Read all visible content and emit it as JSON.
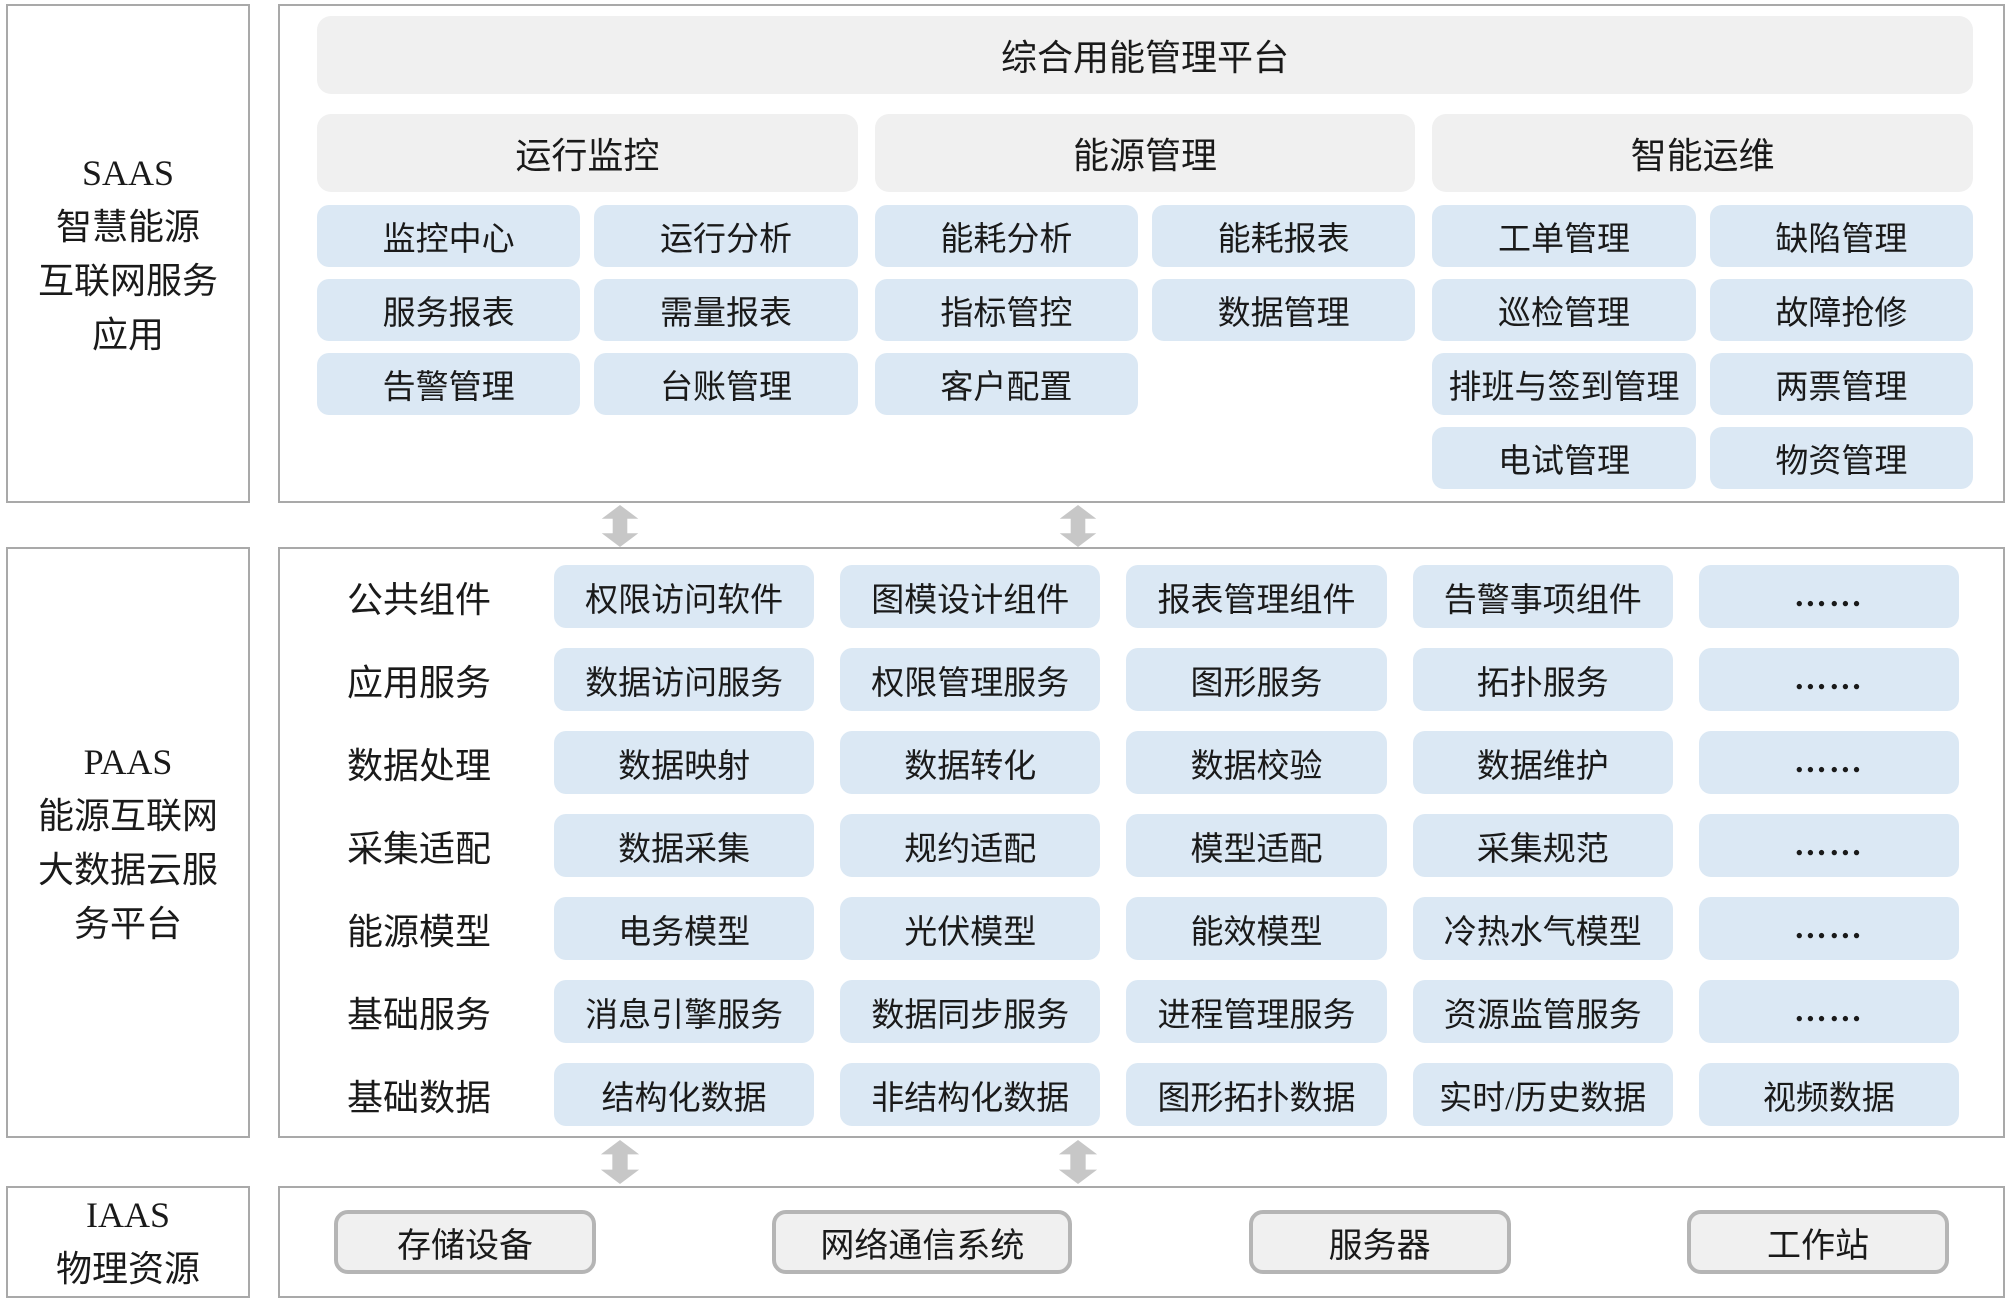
{
  "colors": {
    "module_blue": "#dbe8f4",
    "header_gray": "#f0f0f0",
    "panel_border_gray": "#a9a9a9",
    "hardware_border_gray": "#b5b5b5",
    "arrow_gray": "#c7c7c7",
    "text": "#1a1a1a"
  },
  "saas": {
    "side_label_lines": [
      "SAAS",
      "智慧能源",
      "互联网服务",
      "应用"
    ],
    "platform_title": "综合用能管理平台",
    "groups": [
      {
        "title": "运行监控",
        "rows": [
          [
            "监控中心",
            "运行分析"
          ],
          [
            "服务报表",
            "需量报表"
          ],
          [
            "告警管理",
            "台账管理"
          ]
        ]
      },
      {
        "title": "能源管理",
        "rows": [
          [
            "能耗分析",
            "能耗报表"
          ],
          [
            "指标管控",
            "数据管理"
          ],
          [
            "客户配置",
            null
          ]
        ]
      },
      {
        "title": "智能运维",
        "rows": [
          [
            "工单管理",
            "缺陷管理"
          ],
          [
            "巡检管理",
            "故障抢修"
          ],
          [
            "排班与签到管理",
            "两票管理"
          ],
          [
            "电试管理",
            "物资管理"
          ]
        ]
      }
    ]
  },
  "paas": {
    "side_label_lines": [
      "PAAS",
      "能源互联网",
      "大数据云服",
      "务平台"
    ],
    "rows": [
      {
        "label": "公共组件",
        "items": [
          "权限访问软件",
          "图模设计组件",
          "报表管理组件",
          "告警事项组件",
          "……"
        ]
      },
      {
        "label": "应用服务",
        "items": [
          "数据访问服务",
          "权限管理服务",
          "图形服务",
          "拓扑服务",
          "……"
        ]
      },
      {
        "label": "数据处理",
        "items": [
          "数据映射",
          "数据转化",
          "数据校验",
          "数据维护",
          "……"
        ]
      },
      {
        "label": "采集适配",
        "items": [
          "数据采集",
          "规约适配",
          "模型适配",
          "采集规范",
          "……"
        ]
      },
      {
        "label": "能源模型",
        "items": [
          "电务模型",
          "光伏模型",
          "能效模型",
          "冷热水气模型",
          "……"
        ]
      },
      {
        "label": "基础服务",
        "items": [
          "消息引擎服务",
          "数据同步服务",
          "进程管理服务",
          "资源监管服务",
          "……"
        ]
      },
      {
        "label": "基础数据",
        "items": [
          "结构化数据",
          "非结构化数据",
          "图形拓扑数据",
          "实时/历史数据",
          "视频数据"
        ]
      }
    ]
  },
  "iaas": {
    "side_label_lines": [
      "IAAS",
      "物理资源"
    ],
    "items": [
      "存储设备",
      "网络通信系统",
      "服务器",
      "工作站"
    ]
  }
}
